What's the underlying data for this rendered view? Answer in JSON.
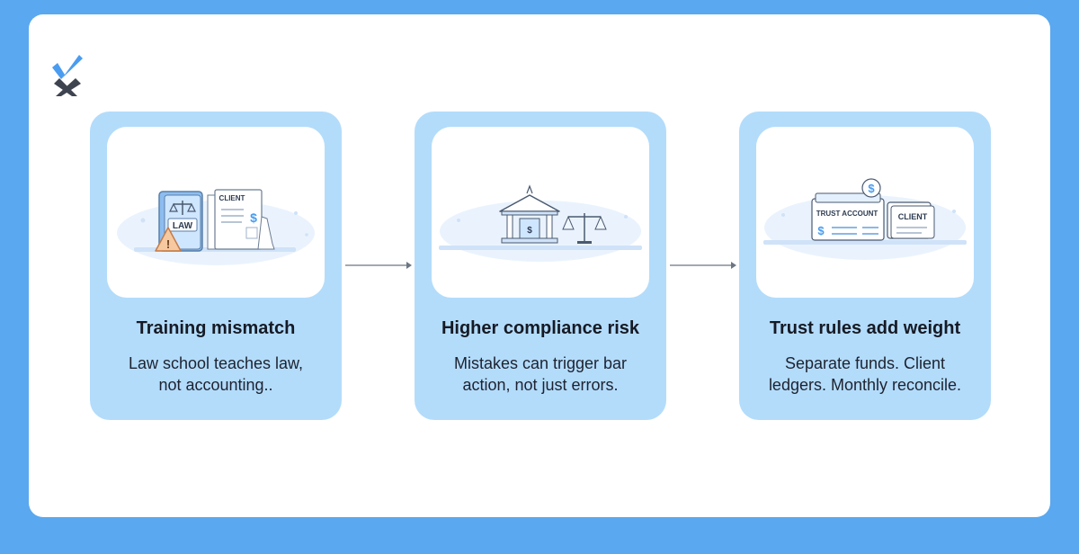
{
  "colors": {
    "background": "#5aa8ef",
    "card": "#b3dcfb",
    "accent": "#4a9cf0",
    "warning": "#f6c9a0"
  },
  "logo": {
    "icon": "checkmark-x-logo-icon"
  },
  "steps": [
    {
      "title": "Training mismatch",
      "description_line1": "Law school teaches law,",
      "description_line2": "not accounting..",
      "illustration": {
        "icon": "law-book-warning-icon",
        "book_label": "LAW",
        "doc_label": "CLIENT",
        "warning_glyph": "!",
        "currency_glyph": "$"
      }
    },
    {
      "title": "Higher compliance risk",
      "description_line1": "Mistakes can trigger bar",
      "description_line2": "action, not just errors.",
      "illustration": {
        "icon": "bank-scales-icon",
        "currency_glyph": "$"
      }
    },
    {
      "title": "Trust rules add weight",
      "description_line1": "Separate funds. Client",
      "description_line2": "ledgers. Monthly reconcile.",
      "illustration": {
        "icon": "trust-account-ledger-icon",
        "account_label": "TRUST ACCOUNT",
        "doc_label": "CLIENT",
        "currency_glyph": "$"
      }
    }
  ]
}
